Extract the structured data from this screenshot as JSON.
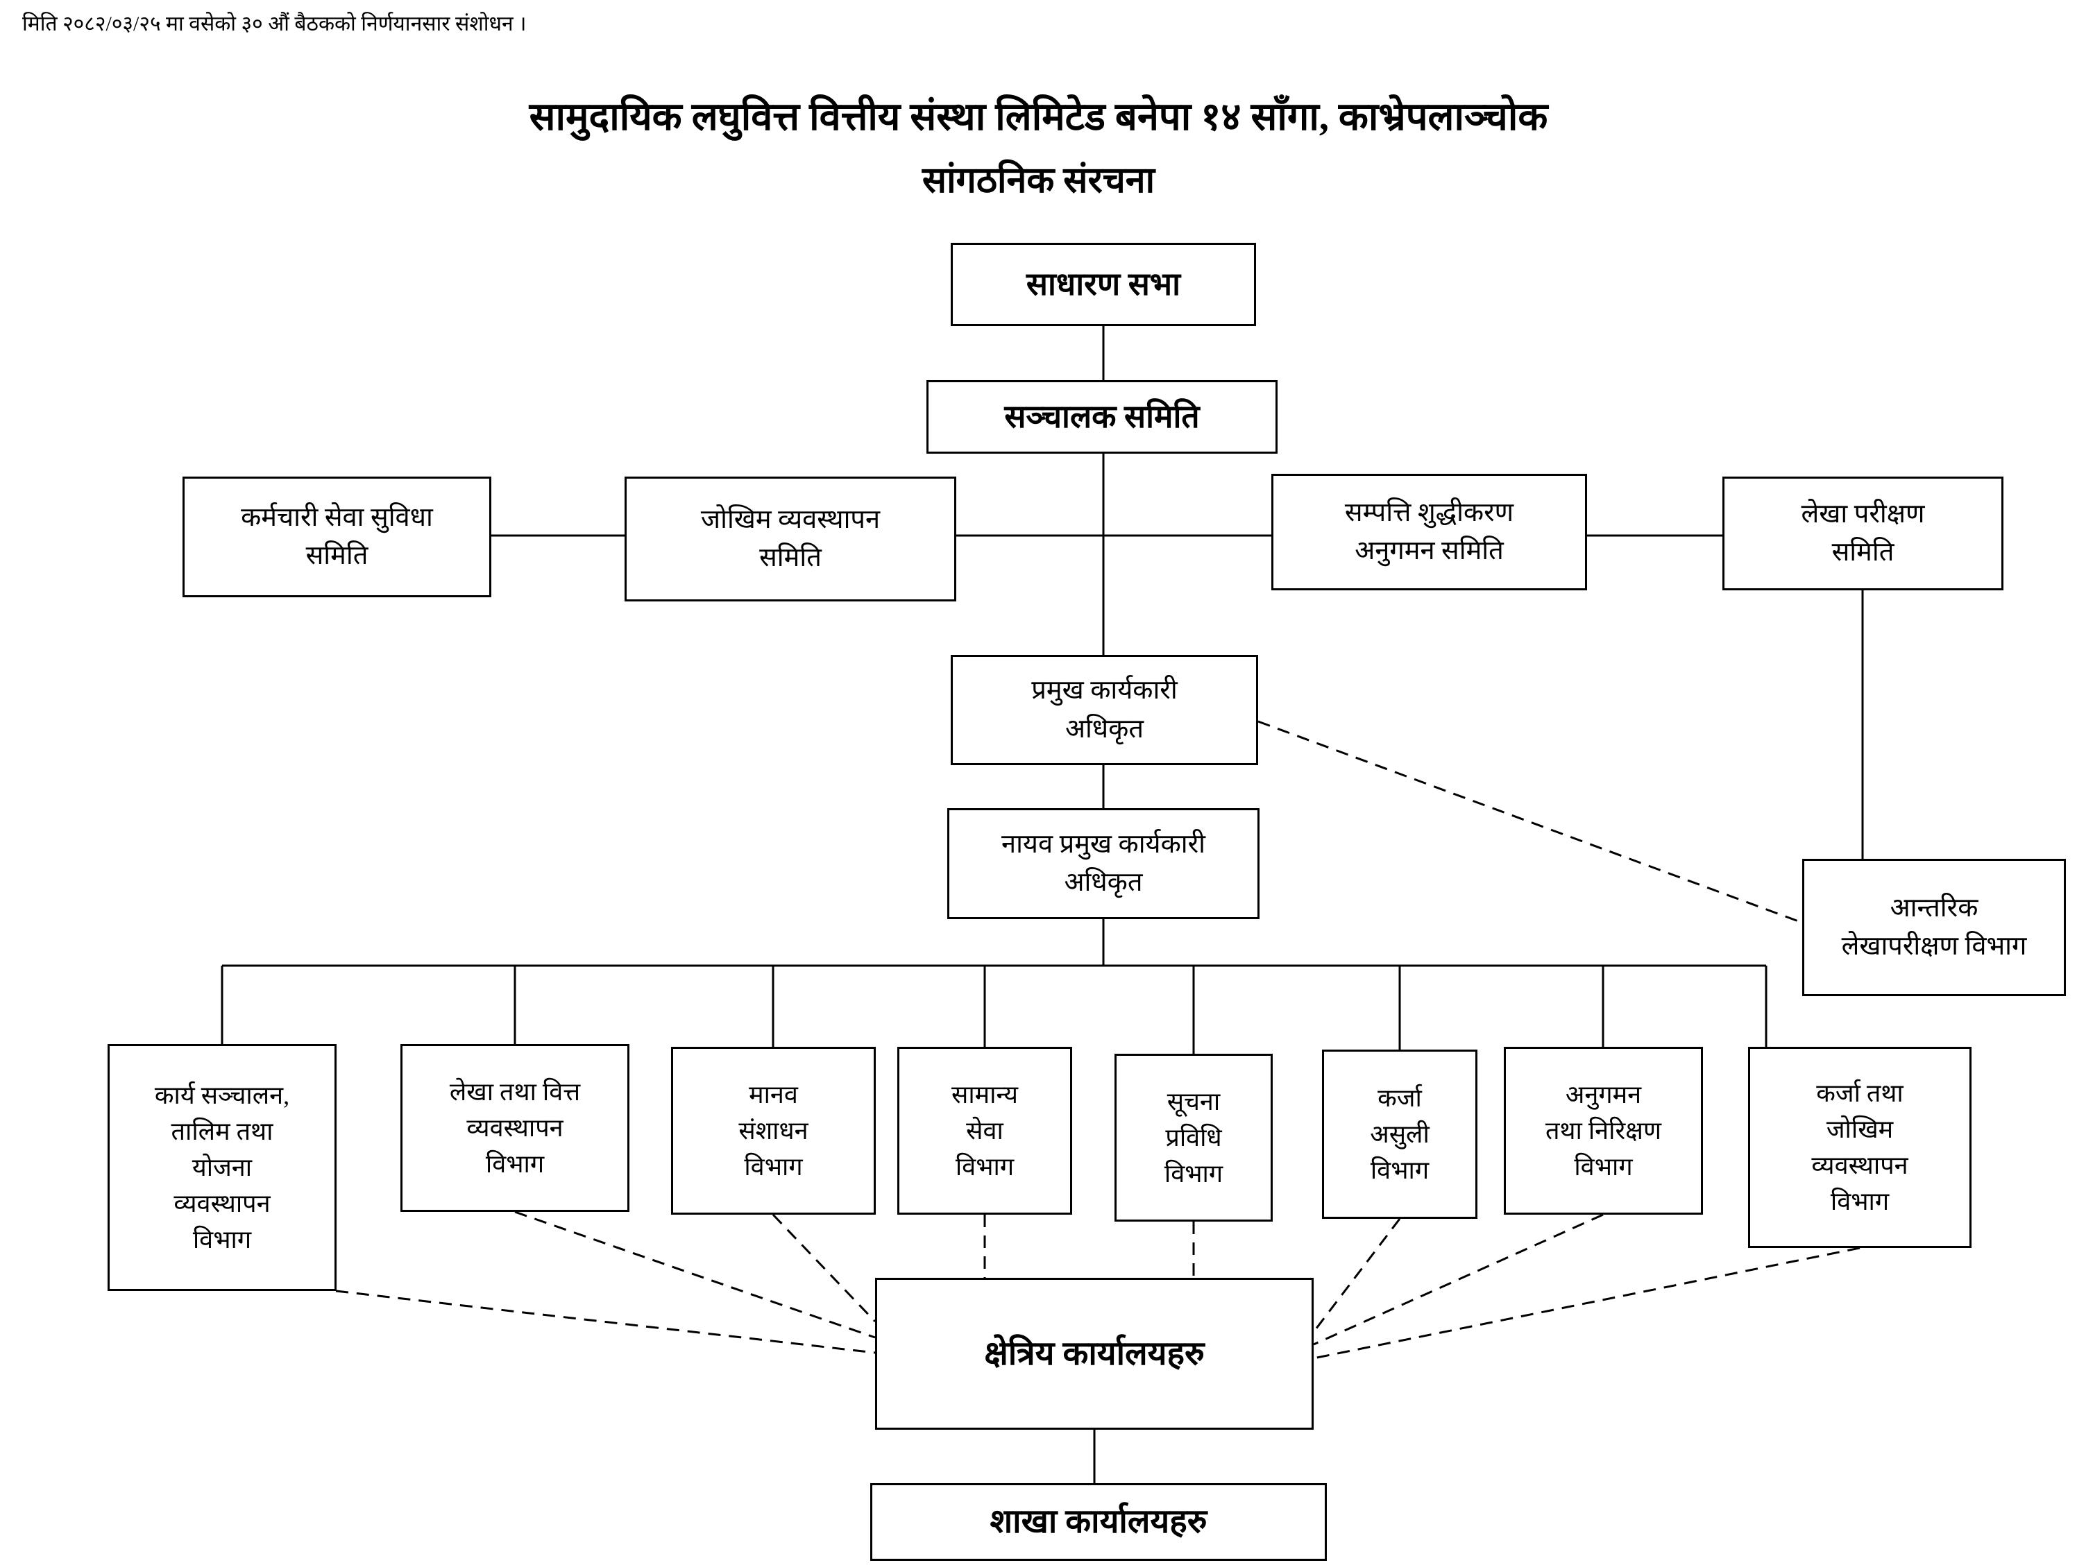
{
  "page": {
    "note": "मिति २०८२/०३/२५ मा वसेको ३० औं बैठकको निर्णयानसार संशोधन ।",
    "title": "सामुदायिक लघुवित्त वित्तीय संस्था लिमिटेड बनेपा १४ साँगा, काभ्रेपलाञ्चोक",
    "subtitle": "सांगठनिक संरचना"
  },
  "nodes": {
    "general_assembly": {
      "label": "साधारण सभा"
    },
    "board": {
      "label": "सञ्चालक समिति"
    },
    "staff_welfare_committee": {
      "label": "कर्मचारी सेवा सुविधा\nसमिति"
    },
    "risk_management_committee": {
      "label": "जोखिम व्यवस्थापन\nसमिति"
    },
    "aml_monitoring_committee": {
      "label": "सम्पत्ति शुद्धीकरण\nअनुगमन समिति"
    },
    "audit_committee": {
      "label": "लेखा परीक्षण\nसमिति"
    },
    "ceo": {
      "label": "प्रमुख कार्यकारी\nअधिकृत"
    },
    "deputy_ceo": {
      "label": "नायव प्रमुख कार्यकारी\nअधिकृत"
    },
    "internal_audit_dept": {
      "label": "आन्तरिक\nलेखापरीक्षण विभाग"
    },
    "operations_training_planning_dept": {
      "label": "कार्य सञ्चालन,\nतालिम तथा\nयोजना\nव्यवस्थापन\nविभाग"
    },
    "accounts_finance_dept": {
      "label": "लेखा तथा वित्त\nव्यवस्थापन\nविभाग"
    },
    "hr_dept": {
      "label": "मानव\nसंशाधन\nविभाग"
    },
    "general_service_dept": {
      "label": "सामान्य\nसेवा\nविभाग"
    },
    "it_dept": {
      "label": "सूचना\nप्रविधि\nविभाग"
    },
    "loan_recovery_dept": {
      "label": "कर्जा\nअसुली\nविभाग"
    },
    "monitoring_inspection_dept": {
      "label": "अनुगमन\nतथा निरिक्षण\nविभाग"
    },
    "credit_risk_management_dept": {
      "label": "कर्जा तथा\nजोखिम\nव्यवस्थापन\nविभाग"
    },
    "regional_offices": {
      "label": "क्षेत्रिय कार्यालयहरु"
    },
    "branch_offices": {
      "label": "शाखा कार्यालयहरु"
    }
  },
  "colors": {
    "line": "#000000",
    "box_border": "#000000",
    "background": "#ffffff",
    "text": "#000000"
  }
}
